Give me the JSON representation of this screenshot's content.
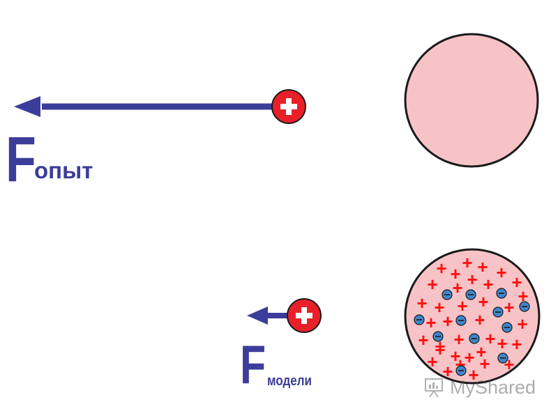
{
  "labels": {
    "force_symbol": "F",
    "experiment_subscript": "опыт",
    "model_subscript": "модели"
  },
  "charges": {
    "positive_sign": "+",
    "negative_sign": "−"
  },
  "watermark": {
    "text": "MyShared"
  },
  "colors": {
    "arrow": "#3c3c9a",
    "positive_charge_fill": "#e8202a",
    "sphere_fill": "#f7c3c7",
    "negative_charge_fill": "#3f86c9",
    "plus_sign": "#ff1010"
  },
  "icons": {
    "watermark": "presentation-board-icon"
  }
}
